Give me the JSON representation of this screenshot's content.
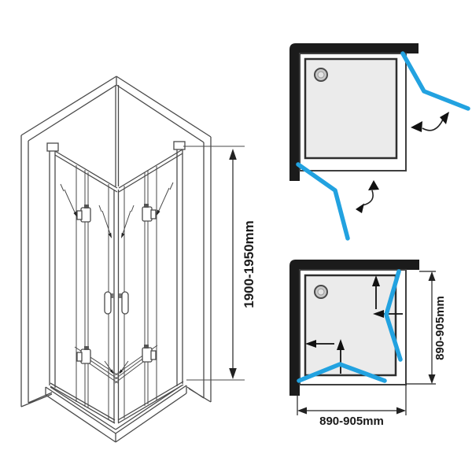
{
  "isometric_view": {
    "height_label": "1900-1950mm"
  },
  "bottom_plan_view": {
    "width_label": "890-905mm",
    "depth_label": "890-905mm"
  },
  "icons": {
    "drain": "drain-circle",
    "swing": "curved-double-arrow",
    "direction": "straight-black-arrow"
  },
  "colors": {
    "door_blue": "#22A2E0",
    "wall_black": "#1b1b1b",
    "line_gray": "#4a4a4a",
    "tray_fill": "#ebebeb",
    "label_ink": "#1a1a1a"
  }
}
